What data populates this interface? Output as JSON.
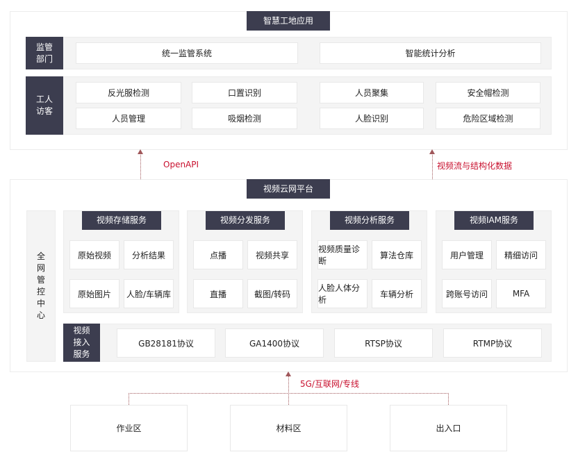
{
  "top": {
    "title": "智慧工地应用",
    "row1": {
      "label": "监管\n部门",
      "items": [
        "统一监管系统",
        "智能统计分析"
      ]
    },
    "row2": {
      "label": "工人\n访客",
      "items": [
        "反光服检测",
        "口置识别",
        "人员聚集",
        "安全帽检测",
        "人员管理",
        "吸烟检测",
        "人脸识别",
        "危险区域检测"
      ]
    }
  },
  "links": {
    "left": "OpenAPI",
    "right": "视频流与结构化数据",
    "bottom": "5G/互联网/专线"
  },
  "mid": {
    "title": "视频云网平台",
    "side_label": "全网管控中心",
    "groups": [
      {
        "title": "视频存储服务",
        "items": [
          "原始视频",
          "分析结果",
          "原始图片",
          "人脸/车辆库"
        ]
      },
      {
        "title": "视频分发服务",
        "items": [
          "点播",
          "视频共享",
          "直播",
          "截图/转码"
        ]
      },
      {
        "title": "视频分析服务",
        "items": [
          "视频质量诊断",
          "算法仓库",
          "人脸人体分析",
          "车辆分析"
        ]
      },
      {
        "title": "视频IAM服务",
        "items": [
          "用户管理",
          "精细访问",
          "跨账号访问",
          "MFA"
        ]
      }
    ],
    "access": {
      "label": "视频\n接入\n服务",
      "items": [
        "GB28181协议",
        "GA1400协议",
        "RTSP协议",
        "RTMP协议"
      ]
    }
  },
  "sites": [
    "作业区",
    "材料区",
    "出入口"
  ],
  "colors": {
    "dark": "#3c3d4f",
    "accent": "#c8102e",
    "panel": "#f4f4f4"
  }
}
